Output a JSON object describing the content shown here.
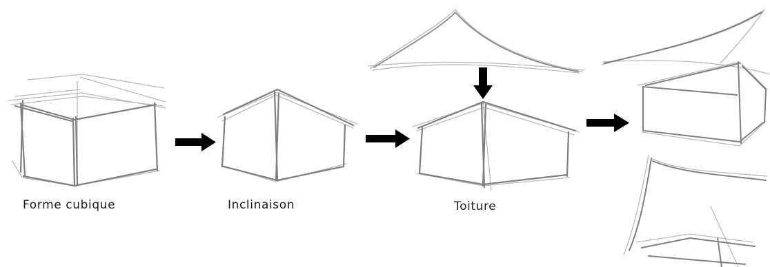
{
  "diagram": {
    "steps": [
      {
        "caption": "Forme cubique"
      },
      {
        "caption": "Inclinaison"
      },
      {
        "caption": "Toiture"
      }
    ],
    "colors": {
      "sketch_stroke": "#8a8a8a",
      "sketch_light": "#b9b9b9",
      "arrow": "#000000",
      "background": "#ffffff"
    }
  }
}
